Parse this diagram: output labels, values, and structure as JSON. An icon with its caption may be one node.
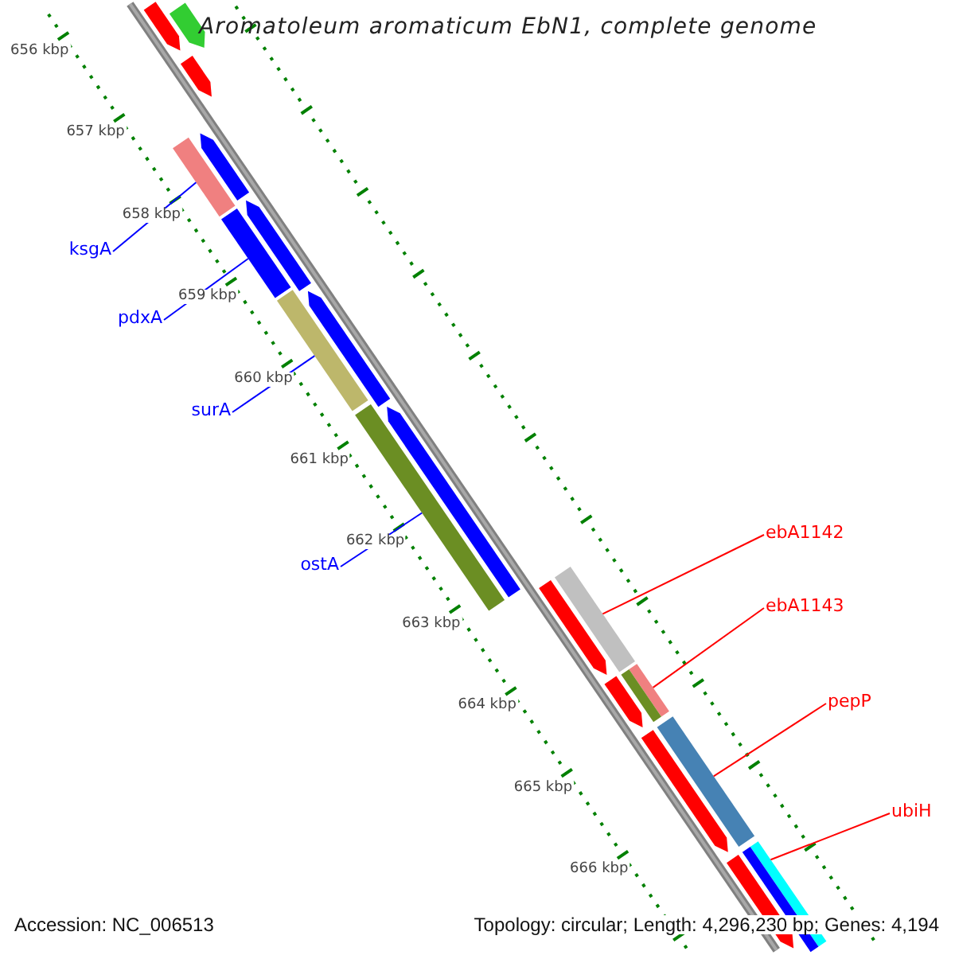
{
  "diagram": {
    "title": "Aromatoleum aromaticum EbN1, complete genome",
    "nodes": [
      {
        "text": [
          "ksgA"
        ]
      },
      {
        "text": [
          "pdxA"
        ]
      },
      {
        "text": [
          "surA"
        ]
      },
      {
        "text": [
          "ostA"
        ]
      },
      {
        "text": [
          "ebA1142"
        ]
      },
      {
        "text": [
          "ebA1143"
        ]
      },
      {
        "text": [
          "pepP"
        ]
      },
      {
        "text": [
          "ubiH"
        ]
      },
      {
        "text": [],
        "shape": "bar"
      },
      {
        "text": [],
        "shape": "bar"
      },
      {
        "text": [],
        "shape": "bar"
      },
      {
        "text": [],
        "shape": "bar"
      },
      {
        "text": [],
        "shape": "bar"
      },
      {
        "text": [],
        "shape": "bar"
      },
      {
        "text": [],
        "shape": "bar"
      },
      {
        "text": [],
        "shape": "bar"
      },
      {
        "text": [],
        "shape": "bar"
      },
      {
        "text": [],
        "shape": "bar"
      },
      {
        "text": [],
        "shape": "bar"
      },
      {
        "text": [],
        "shape": "bar"
      },
      {
        "text": [],
        "shape": "bar"
      },
      {
        "text": [],
        "shape": "bar"
      },
      {
        "text": [],
        "shape": "bar"
      },
      {
        "text": [],
        "shape": "bar"
      },
      {
        "text": [],
        "shape": "bar"
      },
      {
        "text": [],
        "shape": "bar"
      },
      {
        "text": [],
        "shape": "bar"
      }
    ],
    "edges": [
      {
        "from": 0,
        "to": 8,
        "arrow": "none",
        "color": "#0000ff"
      },
      {
        "from": 1,
        "to": 9,
        "arrow": "none",
        "color": "#0000ff"
      },
      {
        "from": 2,
        "to": 10,
        "arrow": "none",
        "color": "#0000ff"
      },
      {
        "from": 3,
        "to": 11,
        "arrow": "none",
        "color": "#0000ff"
      },
      {
        "from": 4,
        "to": 12,
        "arrow": "none",
        "color": "#ff0000"
      },
      {
        "from": 5,
        "to": 13,
        "arrow": "none",
        "color": "#ff0000"
      },
      {
        "from": 6,
        "to": 14,
        "arrow": "none",
        "color": "#ff0000"
      },
      {
        "from": 7,
        "to": 15,
        "arrow": "none",
        "color": "#ff0000"
      }
    ],
    "labels": [
      "656 kbp",
      "657 kbp",
      "658 kbp",
      "659 kbp",
      "660 kbp",
      "661 kbp",
      "662 kbp",
      "663 kbp",
      "664 kbp",
      "665 kbp",
      "666 kbp",
      "Accession: NC_006513",
      "Topology: circular; Length: 4,296,230 bp; Genes: 4,194"
    ]
  }
}
